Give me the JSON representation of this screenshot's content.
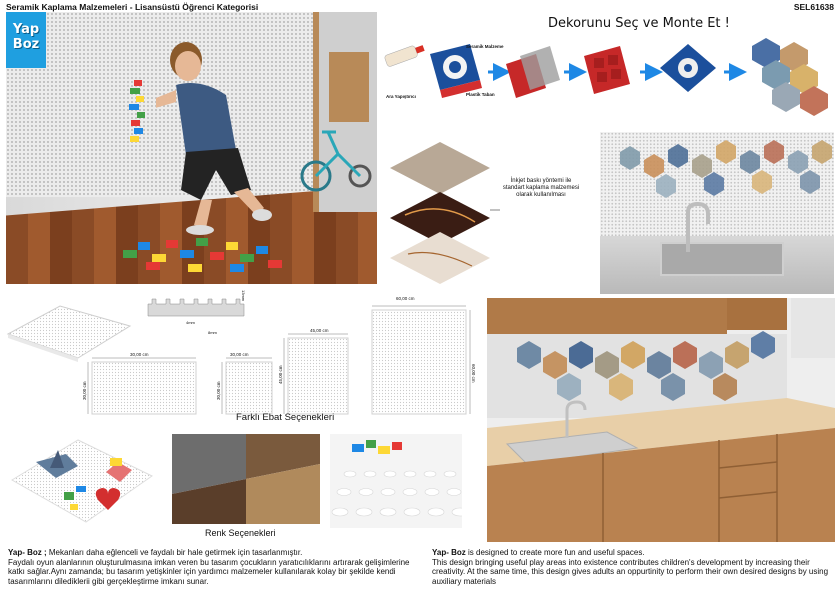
{
  "header": {
    "title": "Seramik Kaplama Malzemeleri - Lisansüstü Öğrenci Kategorisi",
    "code": "SEL61638"
  },
  "logo": {
    "line1": "Yap",
    "line2": "Boz"
  },
  "decor": {
    "title": "Dekorunu Seç ve Monte Et !",
    "labels": {
      "ceramic": "Seramik Malzeme",
      "adhesive": "Ara Yapıştırıcı",
      "plastic": "Plastik Taban"
    }
  },
  "marble": {
    "note": "İnkjet baskı yöntemi  ile standart kaplama malzemesi olarak kullanılması"
  },
  "sizes": {
    "label": "Farklı Ebat Seçenekleri",
    "dims": [
      "60,00 cm",
      "45,00 cm",
      "30,00 cm",
      "30,00 cm",
      "60,00 cm",
      "45,00 cm",
      "30,00 cm",
      "30,00 cm"
    ],
    "profile_dims": [
      "13mm",
      "4mm",
      "8mm"
    ]
  },
  "colors": {
    "label": "Renk Seçenekleri"
  },
  "text_tr": {
    "bold": "Yap- Boz ;",
    "line1": " Mekanları daha eğlenceli ve faydalı bir hale getirmek için tasarlanmıştır.",
    "body": "Faydalı oyun alanlarının oluşturulmasına imkan veren bu tasarım çocukların yaratıcılıklarını artırarak gelişimlerine katkı sağlar.Aynı zamanda; bu tasarım yetişkinler için yardımcı malzemeler kullanılarak kolay bir şekilde kendi tasarımlarını dilediklerii gibi gerçekleştirme imkanı sunar."
  },
  "text_en": {
    "bold": "Yap- Boz",
    "line1": " is designed to create more fun and useful spaces.",
    "body": "This design bringing useful play areas into existence contributes children's development by increasing their creativity. At the same time, this design gives adults an oppurtinity to perform their own desired designs by using auxiliary materials"
  }
}
